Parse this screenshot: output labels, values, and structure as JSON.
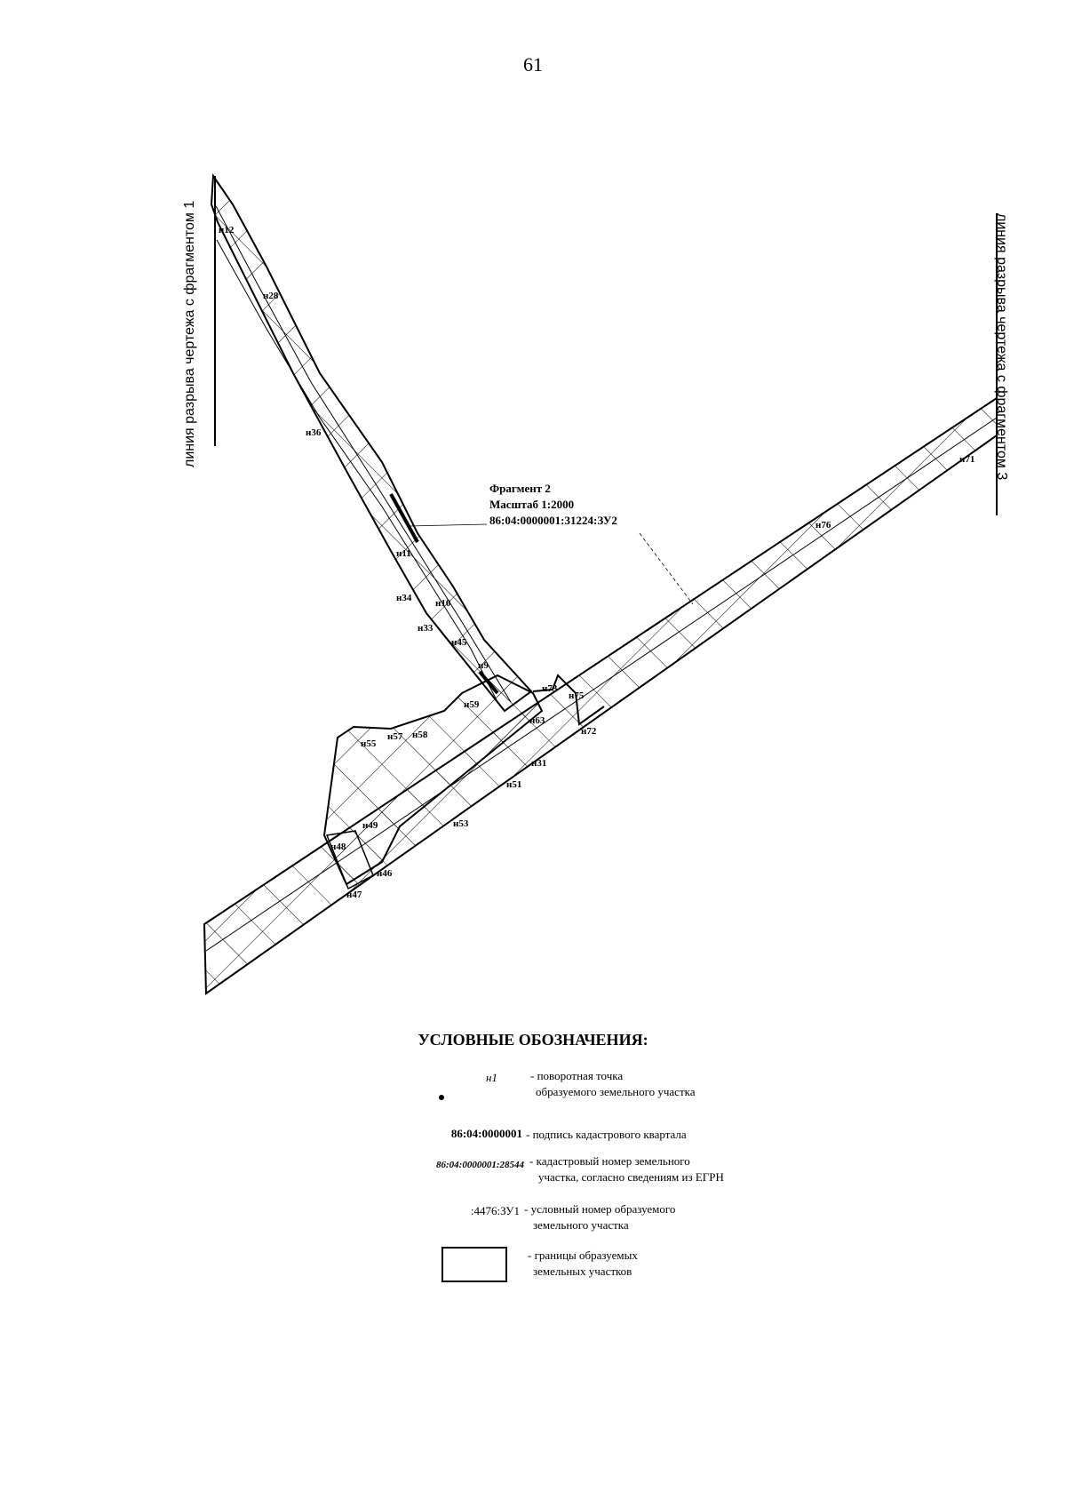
{
  "page_number": "61",
  "break_line_left": "линия разрыва чертежа с фрагментом 1",
  "break_line_right": "линия разрыва чертежа с фрагментом 3",
  "fragment": {
    "title": "Фрагмент 2",
    "scale": "Масштаб 1:2000",
    "parcel": "86:04:0000001:31224:ЗУ2"
  },
  "points": [
    "н12",
    "н28",
    "н36",
    "н11",
    "н34",
    "н10",
    "н33",
    "н45",
    "н9",
    "н59",
    "н73",
    "н75",
    "н63",
    "н72",
    "н55",
    "н57",
    "н58",
    "н31",
    "н51",
    "н49",
    "н53",
    "н48",
    "н46",
    "н47",
    "н76",
    "н71"
  ],
  "legend": {
    "title": "УСЛОВНЫЕ ОБОЗНАЧЕНИЯ:",
    "items": [
      {
        "symbol": "н1",
        "desc1": "- поворотная точка",
        "desc2": "образуемого земельного участка"
      },
      {
        "symbol": "86:04:0000001",
        "desc1": "- подпись кадастрового квартала",
        "desc2": ""
      },
      {
        "symbol": "86:04:0000001:28544",
        "desc1": "- кадастровый номер земельного",
        "desc2": "участка, согласно сведениям из ЕГРН"
      },
      {
        "symbol": ":4476:ЗУ1",
        "desc1": "- условный номер образуемого",
        "desc2": "земельного участка"
      },
      {
        "symbol": "",
        "desc1": "- границы образуемых",
        "desc2": "земельных участков"
      }
    ]
  }
}
